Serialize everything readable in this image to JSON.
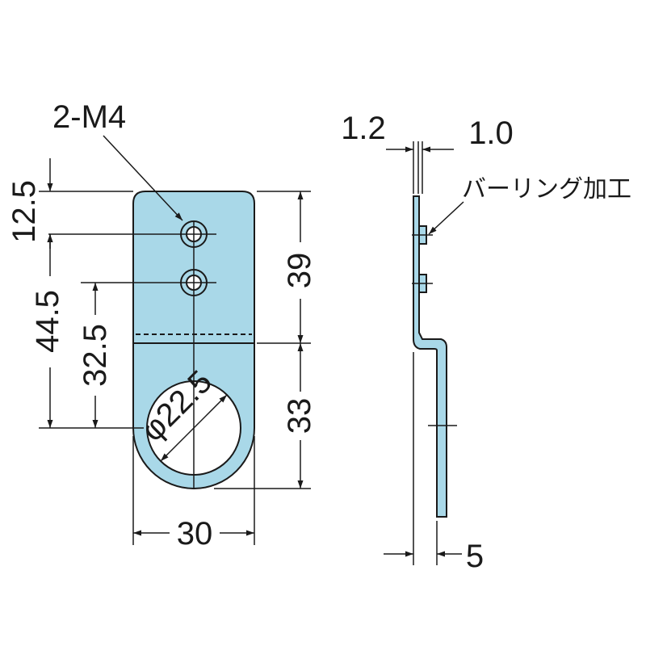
{
  "colors": {
    "part_fill": "#a9d8e8",
    "line": "#1a1a1a",
    "background": "#ffffff"
  },
  "front_view": {
    "hole_callout": "2-M4",
    "dim_top_to_first_hole": "12.5",
    "dim_overall_to_ring_center": "44.5",
    "dim_hole_to_ring_center": "32.5",
    "dim_ring_diameter": "φ22.5",
    "dim_width": "30",
    "dim_upper_section": "39",
    "dim_lower_section": "33"
  },
  "side_view": {
    "dim_thickness_a": "1.2",
    "dim_thickness_b": "1.0",
    "note_burring": "バーリング加工",
    "dim_offset": "5"
  }
}
